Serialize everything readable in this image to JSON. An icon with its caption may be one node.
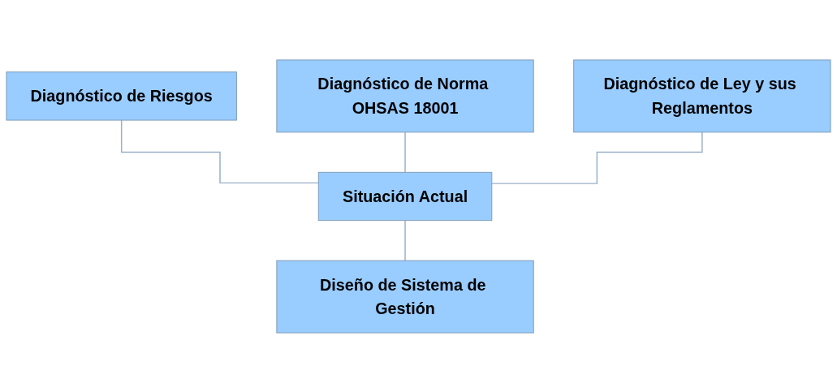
{
  "diagram": {
    "nodes": [
      {
        "text": [
          "Diagnóstico de Riesgos"
        ]
      },
      {
        "text": [
          "Diagnóstico de Norma OHSAS 18001"
        ]
      },
      {
        "text": [
          "Diagnóstico de Ley y sus Reglamentos"
        ]
      },
      {
        "text": [
          "Situación Actual"
        ]
      },
      {
        "text": [
          "Diseño de Sistema de Gestión"
        ]
      }
    ],
    "edges": [
      {
        "from": 0,
        "to": 3,
        "arrow": "none"
      },
      {
        "from": 1,
        "to": 3,
        "arrow": "none"
      },
      {
        "from": 2,
        "to": 3,
        "arrow": "none"
      },
      {
        "from": 3,
        "to": 4,
        "arrow": "none"
      }
    ]
  }
}
